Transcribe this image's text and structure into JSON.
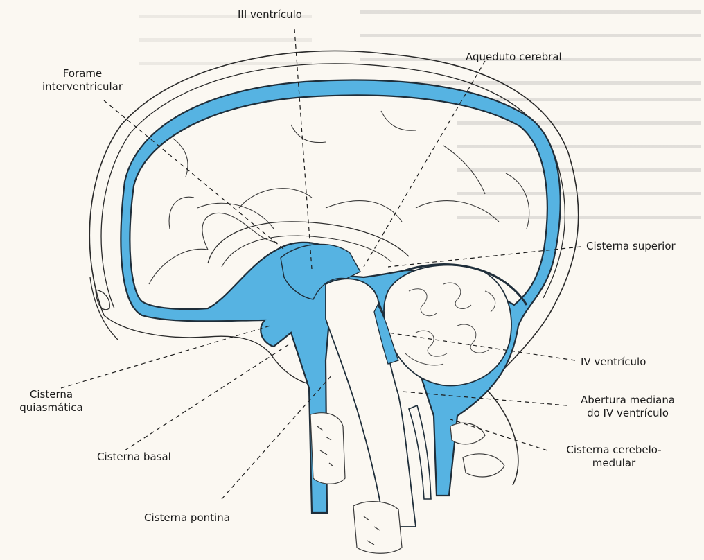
{
  "labels": {
    "third_ventricle": "III ventrículo",
    "cerebral_aqueduct": "Aqueduto cerebral",
    "interventricular_foramen_l1": "Forame",
    "interventricular_foramen_l2": "interventricular",
    "superior_cistern": "Cisterna superior",
    "fourth_ventricle": "IV ventrículo",
    "median_aperture_l1": "Abertura mediana",
    "median_aperture_l2": "do IV ventrículo",
    "cerebellomedullary_l1": "Cisterna cerebelo-",
    "cerebellomedullary_l2": "medular",
    "chiasmatic_l1": "Cisterna",
    "chiasmatic_l2": "quiasmática",
    "basal_cistern": "Cisterna basal",
    "pontine_cistern": "Cisterna pontina"
  },
  "colors": {
    "csf": "#56b3e2",
    "outline": "#1f2e3a",
    "bone_fill": "#fbf8f2",
    "text": "#1c1c1c"
  }
}
